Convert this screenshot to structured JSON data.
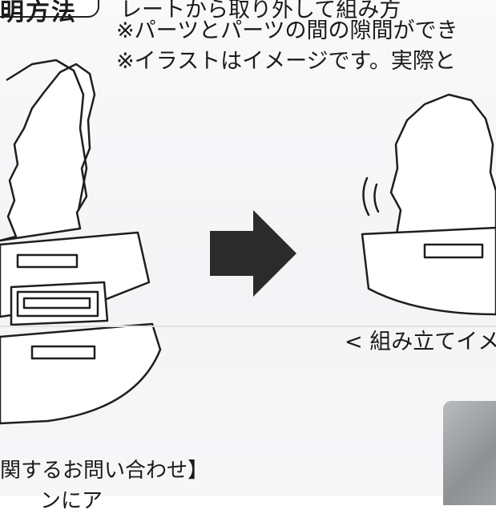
{
  "header": {
    "title": "明方法",
    "line1": "レートから取り外して組み方"
  },
  "notes": [
    "※パーツとパーツの間の隙間ができ",
    "※イラストはイメージです。実際と"
  ],
  "figure": {
    "caption": "< 組み立てイメ"
  },
  "contact": {
    "heading": "関するお問い合わせ】",
    "line2": "ンにア"
  },
  "colors": {
    "ink": "#1b1b1b",
    "arrow": "#2b2b2b",
    "paper": "#f6f6f7"
  }
}
